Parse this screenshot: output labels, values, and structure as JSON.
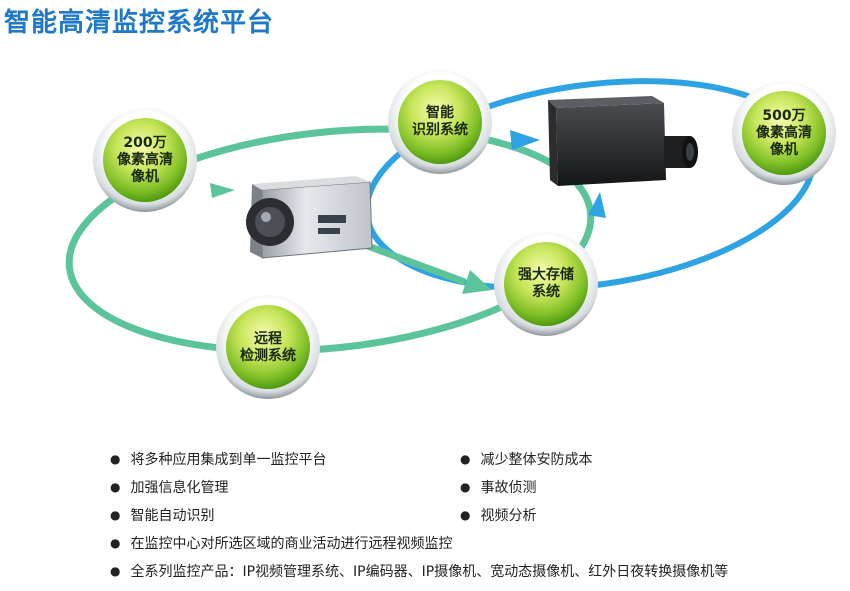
{
  "title": "智能高清监控系统平台",
  "nodes": {
    "mp2": [
      "200万",
      "像素高清",
      "像机"
    ],
    "smart": [
      "智能",
      "识别系统"
    ],
    "mp5": [
      "500万",
      "像素高清",
      "像机"
    ],
    "storage": [
      "强大存储",
      "系统"
    ],
    "remote": [
      "远程",
      "检测系统"
    ]
  },
  "features": [
    "将多种应用集成到单一监控平台",
    "减少整体安防成本",
    "加强信息化管理",
    "事故侦测",
    "智能自动识别",
    "视频分析",
    "在监控中心对所选区域的商业活动进行远程视频监控",
    "全系列监控产品：IP视频管理系统、IP编码器、IP摄像机、宽动态摄像机、红外日夜转换摄像机等"
  ],
  "colors": {
    "title": "#1f79c6",
    "green_ring": "#5cc49a",
    "blue_ring": "#2ea3e3",
    "node_glow": "#a9d63c"
  }
}
